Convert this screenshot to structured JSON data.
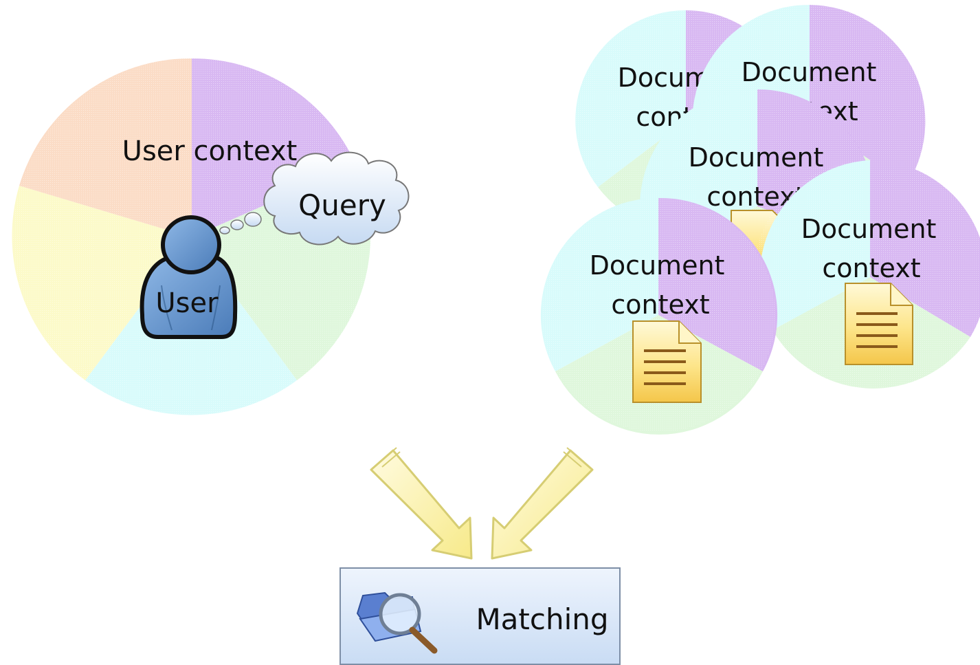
{
  "user_context": {
    "label": "User context",
    "user_label": "User",
    "query_label": "Query",
    "pie_colors": [
      "#d8b8f2",
      "#dff7dc",
      "#d8fbfb",
      "#fcfac9",
      "#fbdcc6"
    ]
  },
  "documents": {
    "label_line1": "Document",
    "label_line2": "context",
    "pie_colors": [
      "#d8b8f2",
      "#dff7dc",
      "#d8fbfb"
    ],
    "count": 5
  },
  "matching": {
    "label": "Matching",
    "icon": "folder-search-icon"
  },
  "colors": {
    "user_blue": "#5d8fc6",
    "user_outline": "#111111",
    "arrow_fill": "#fbf3b0",
    "arrow_stroke": "#d6cd73",
    "doc_fill": "#fde67a",
    "box_fill": "#dbe8fa"
  }
}
